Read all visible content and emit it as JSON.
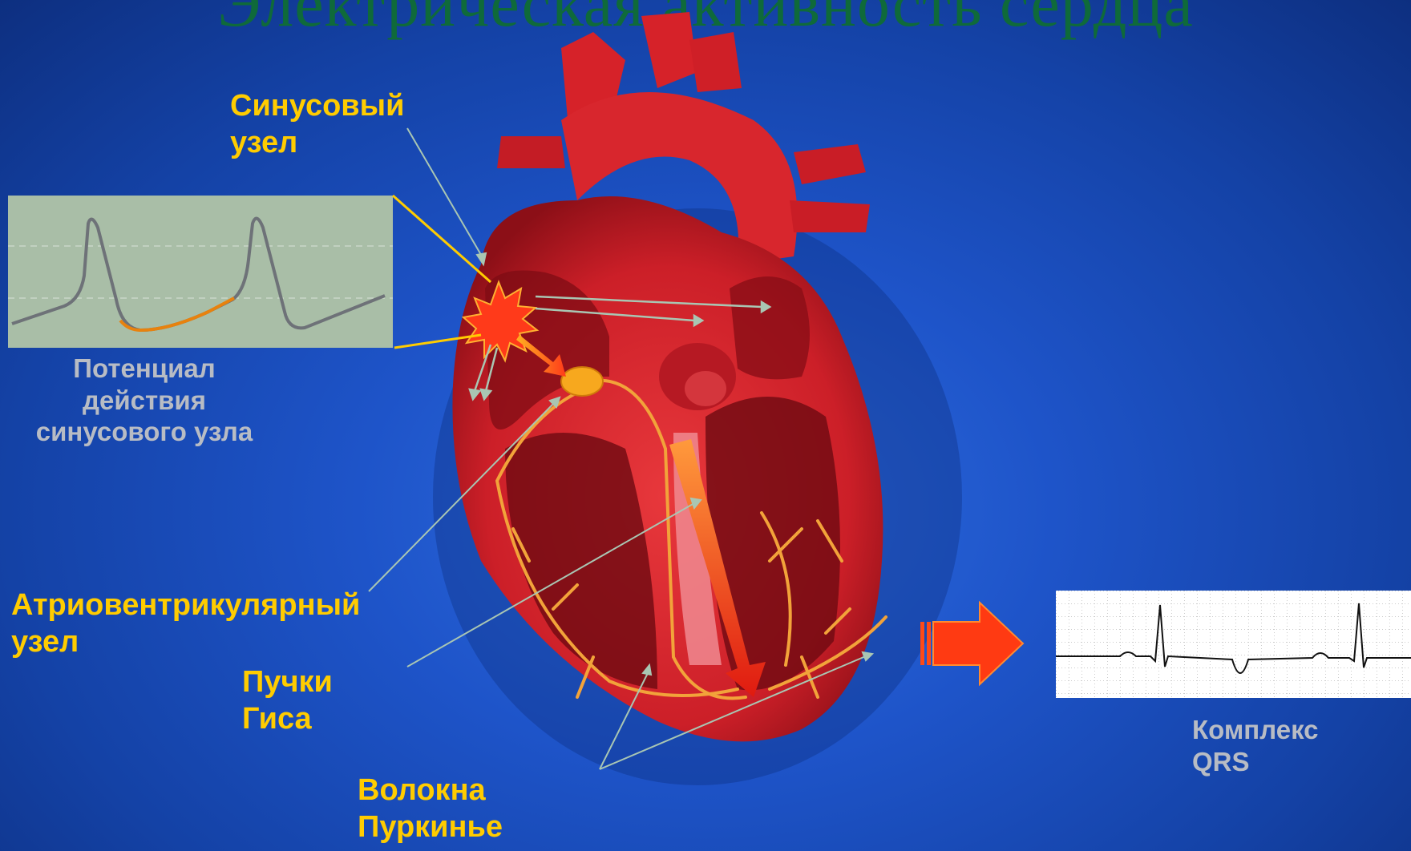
{
  "slide": {
    "title": "Электрическая активность сердца"
  },
  "labels": {
    "sinus_node": [
      "Синусовый",
      "узел"
    ],
    "action_potential": [
      "Потенциал",
      "действия",
      "синусового узла"
    ],
    "av_node": [
      "Атриовентрикулярный",
      "узел"
    ],
    "his_bundle": [
      "Пучки",
      "Гиса"
    ],
    "purkinje": [
      "Волокна",
      "Пуркинье"
    ],
    "qrs": [
      "Комплекс",
      "QRS"
    ]
  },
  "colors": {
    "label_yellow": "#ffcc00",
    "label_grey": "#b8bcc4",
    "heart_red": "#d9262c",
    "conduction_orange": "#f5a623"
  },
  "icons": [
    "sinus-node-burst-icon",
    "av-node-icon",
    "right-arrow-icon"
  ]
}
